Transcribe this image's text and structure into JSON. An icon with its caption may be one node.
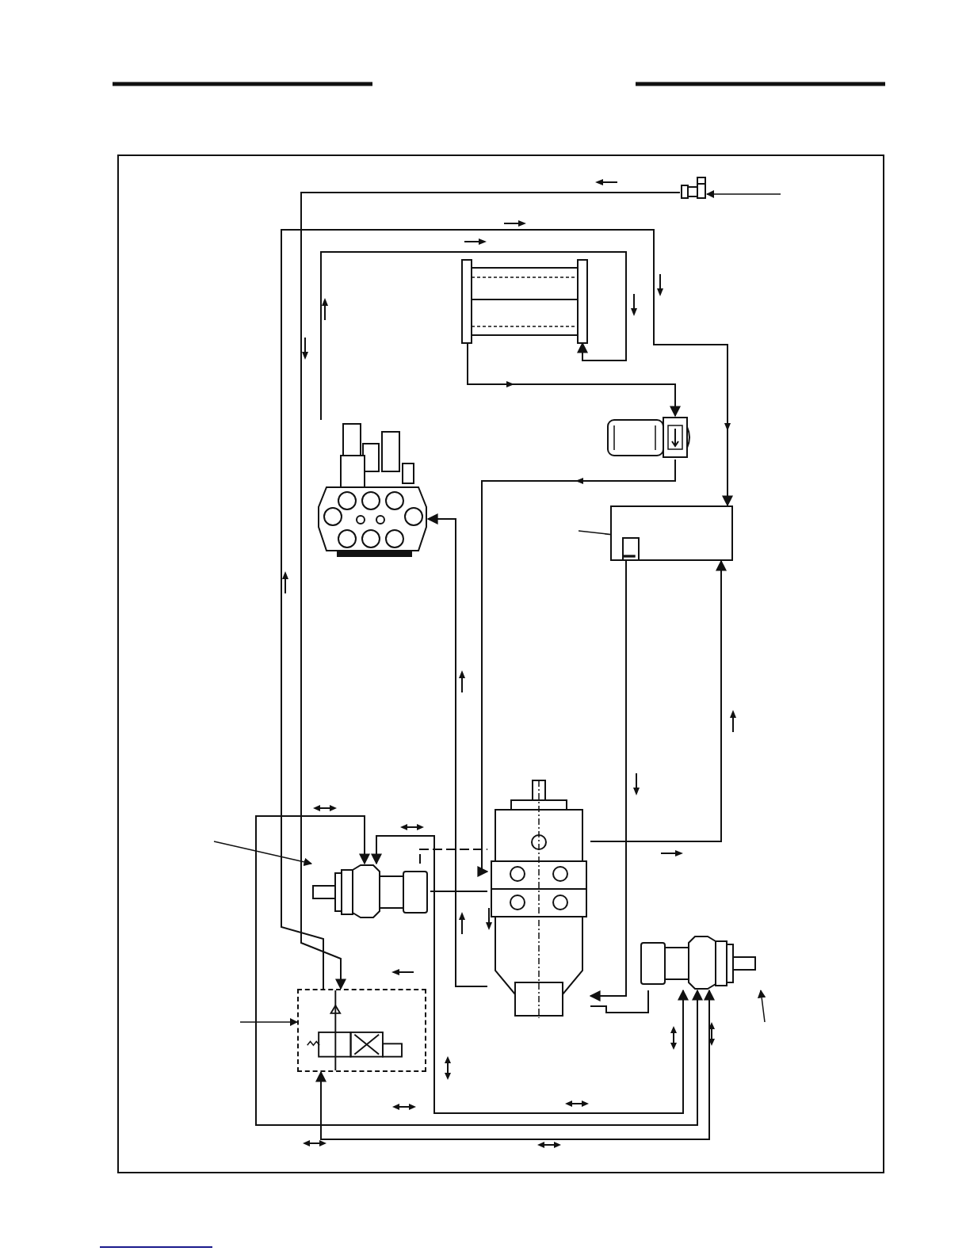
{
  "diagram": {
    "nodes": [
      {
        "text": [],
        "shape": "picture"
      },
      {
        "text": [],
        "shape": "picture"
      },
      {
        "text": [],
        "shape": "picture"
      },
      {
        "text": [],
        "shape": "picture"
      },
      {
        "text": [],
        "shape": "box"
      },
      {
        "text": [],
        "shape": "box",
        "in": 4
      },
      {
        "text": [],
        "shape": "picture"
      },
      {
        "text": [],
        "shape": "picture"
      },
      {
        "text": [],
        "shape": "picture"
      },
      {
        "text": [],
        "shape": "box"
      }
    ],
    "edges": [
      {
        "from": 0,
        "to": 9,
        "arrow": "to"
      },
      {
        "from": 2,
        "to": 1,
        "arrow": "to"
      },
      {
        "from": 1,
        "to": 3,
        "arrow": "to"
      },
      {
        "from": 3,
        "to": 7,
        "arrow": "to"
      },
      {
        "from": 7,
        "to": 2,
        "arrow": "to"
      },
      {
        "from": 4,
        "to": 7,
        "arrow": "to"
      },
      {
        "from": 7,
        "to": 4,
        "arrow": "to"
      },
      {
        "from": 9,
        "to": 4,
        "arrow": "to"
      },
      {
        "from": 6,
        "to": 8,
        "arrow": "both"
      },
      {
        "from": 6,
        "to": 8,
        "arrow": "both"
      },
      {
        "from": 9,
        "to": 8,
        "arrow": "both"
      },
      {
        "from": 6,
        "to": 7,
        "arrow": "none",
        "style": "dashed"
      },
      {
        "from": 6,
        "to": 7,
        "arrow": "none"
      },
      {
        "from": 7,
        "to": 8,
        "arrow": "none"
      },
      {
        "from": null,
        "to": 0,
        "arrow": "to"
      },
      {
        "from": null,
        "to": 6,
        "arrow": "to"
      },
      {
        "from": null,
        "to": 9,
        "arrow": "to"
      },
      {
        "from": null,
        "to": 5,
        "arrow": "to"
      },
      {
        "from": null,
        "to": 8,
        "arrow": "to"
      }
    ]
  }
}
